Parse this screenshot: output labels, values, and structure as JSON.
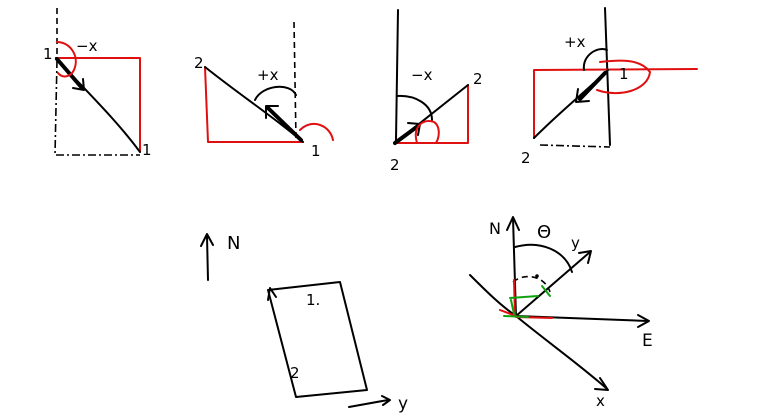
{
  "colors": {
    "ink": "#000000",
    "red": "#e01010",
    "green": "#10a010"
  },
  "panels": [
    {
      "angle_label": "−x",
      "start_label": "1",
      "end_label": "1"
    },
    {
      "angle_label": "+x",
      "start_label": "2",
      "end_label": "1"
    },
    {
      "angle_label": "−x",
      "start_label": "2",
      "end_label": "2"
    },
    {
      "angle_label": "+x",
      "start_label": "1",
      "end_label": "2"
    }
  ],
  "compass": {
    "north_label": "N"
  },
  "sheet": {
    "label_1": "1.",
    "label_2": "2",
    "axis_label": "y"
  },
  "axes": {
    "north": "N",
    "east": "E",
    "theta": "Θ",
    "y_axis": "y",
    "x_axis": "x"
  }
}
